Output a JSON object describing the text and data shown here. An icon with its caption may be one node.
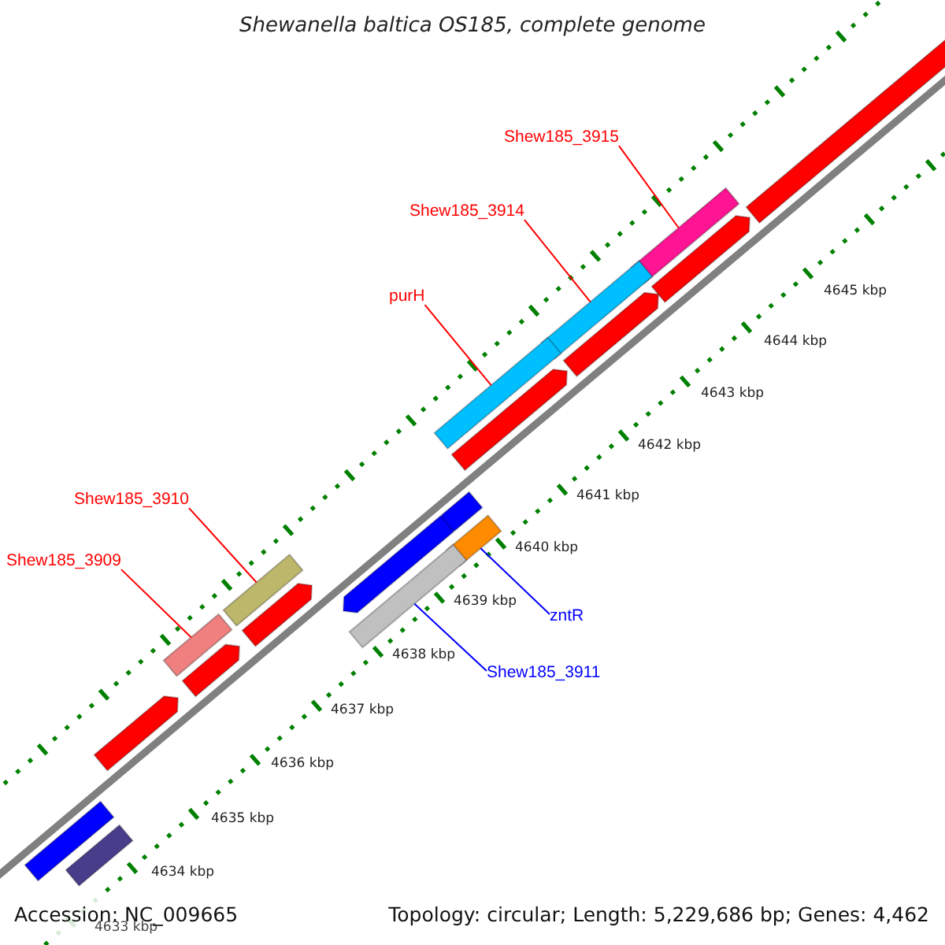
{
  "diagram": {
    "title": "Shewanella baltica OS185, complete genome",
    "nodes": [
      {
        "text": [
          "Shew185_3915"
        ]
      },
      {
        "text": [],
        "shape": "bar"
      },
      {
        "text": [
          "Shew185_3914"
        ]
      },
      {
        "text": [],
        "shape": "bar"
      },
      {
        "text": [
          "purH"
        ]
      },
      {
        "text": [],
        "shape": "bar"
      },
      {
        "text": [
          "Shew185_3910"
        ]
      },
      {
        "text": [],
        "shape": "bar"
      },
      {
        "text": [
          "Shew185_3909"
        ]
      },
      {
        "text": [],
        "shape": "bar"
      },
      {
        "text": [
          "zntR"
        ]
      },
      {
        "text": [],
        "shape": "bar"
      },
      {
        "text": [
          "Shew185_3911"
        ]
      },
      {
        "text": [],
        "shape": "bar"
      },
      {
        "text": [],
        "shape": "bar"
      },
      {
        "text": [],
        "shape": "bar"
      },
      {
        "text": [],
        "shape": "bar"
      },
      {
        "text": [],
        "shape": "bar"
      },
      {
        "text": [],
        "shape": "bar"
      },
      {
        "text": [],
        "shape": "bar"
      },
      {
        "text": [],
        "shape": "bar"
      },
      {
        "text": [],
        "shape": "bar"
      },
      {
        "text": [],
        "shape": "bar"
      },
      {
        "text": [],
        "shape": "bar"
      },
      {
        "text": [],
        "shape": "bar"
      }
    ],
    "edges": [
      {
        "from": 0,
        "to": 1,
        "arrow": "none"
      },
      {
        "from": 2,
        "to": 3,
        "arrow": "none"
      },
      {
        "from": 4,
        "to": 5,
        "arrow": "none"
      },
      {
        "from": 6,
        "to": 7,
        "arrow": "none"
      },
      {
        "from": 8,
        "to": 9,
        "arrow": "none"
      },
      {
        "from": 10,
        "to": 11,
        "arrow": "none",
        "color": "#0000ff"
      },
      {
        "from": 12,
        "to": 13,
        "arrow": "none",
        "color": "#0000ff"
      }
    ],
    "labels": [
      "4645 kbp",
      "4644 kbp",
      "4643 kbp",
      "4642 kbp",
      "4641 kbp",
      "4640 kbp",
      "4639 kbp",
      "4638 kbp",
      "4637 kbp",
      "4636 kbp",
      "4635 kbp",
      "4634 kbp",
      "4633 kbp",
      "Accession: NC_009665",
      "Topology: circular; Length: 5,229,686 bp; Genes: 4,462"
    ]
  }
}
